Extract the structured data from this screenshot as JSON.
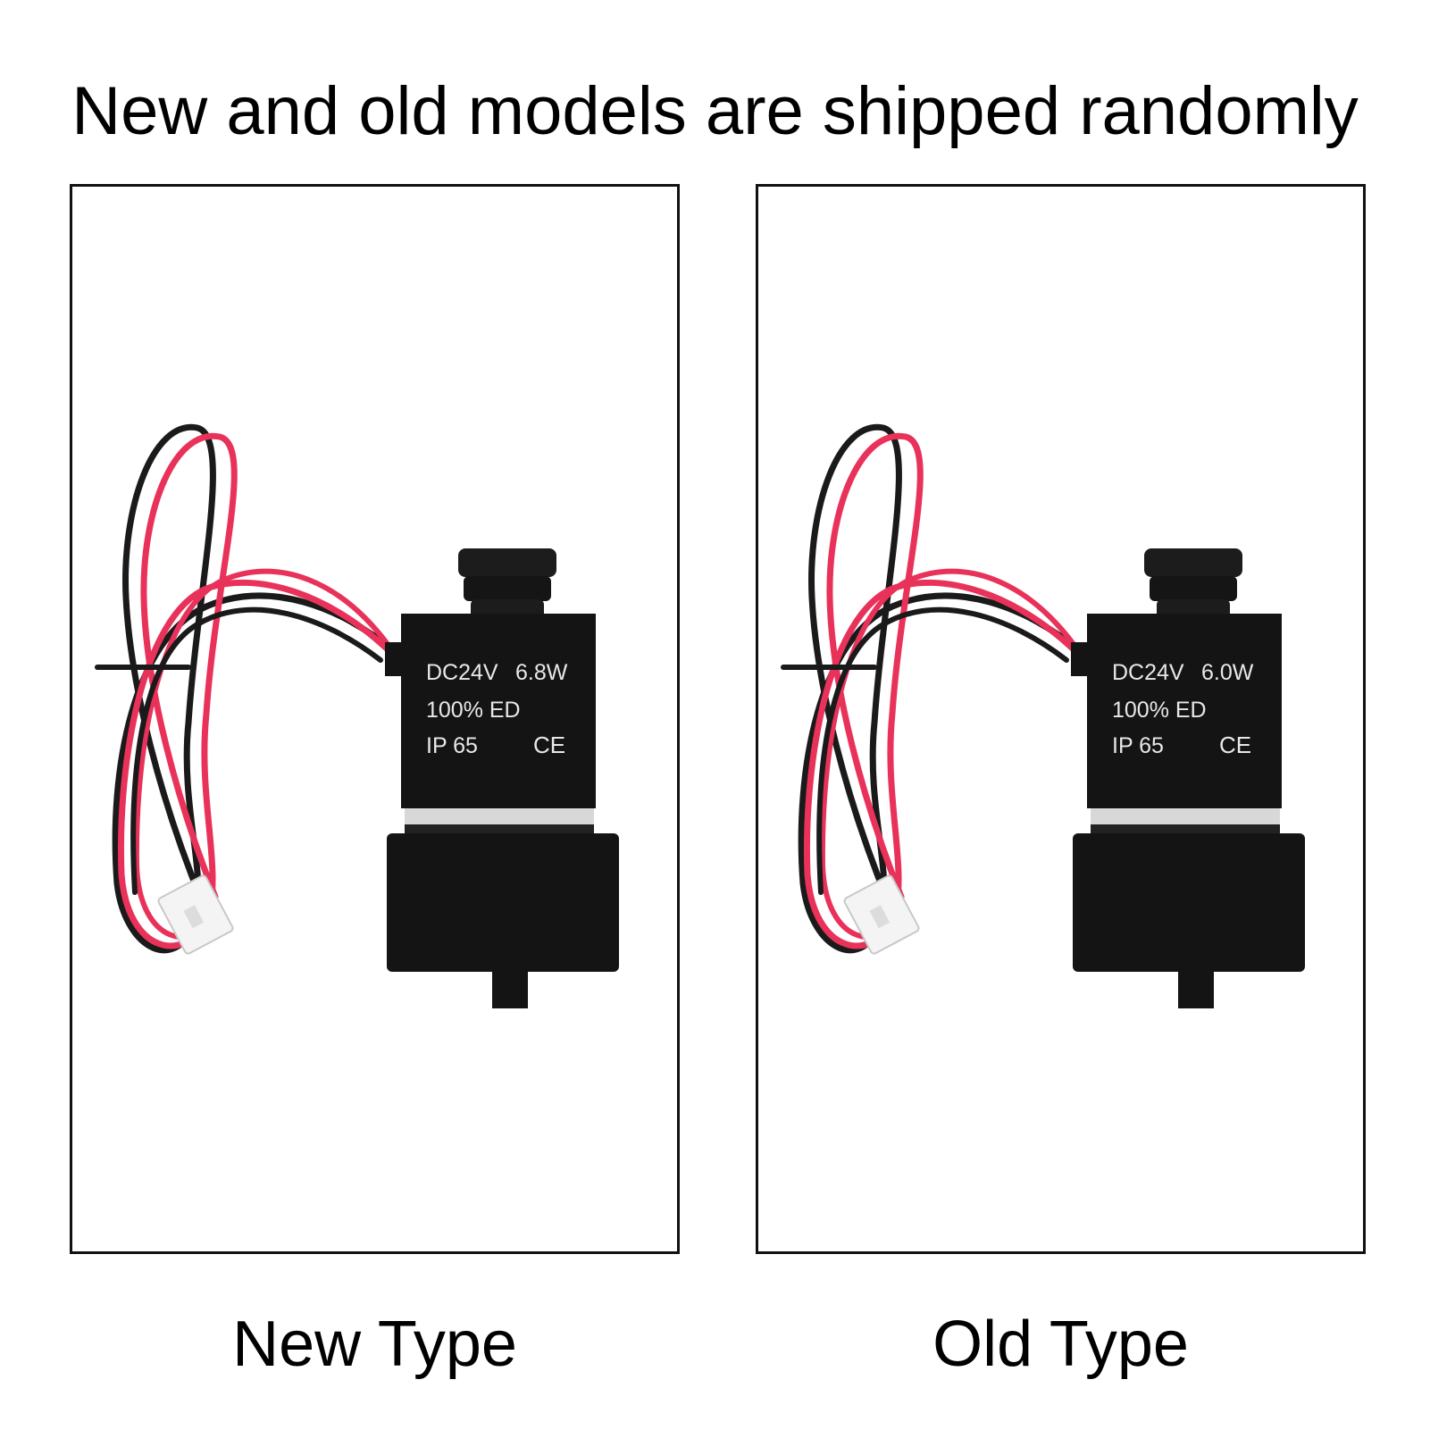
{
  "headline": "New and old models are shipped randomly",
  "colors": {
    "wire_red": "#e8325a",
    "wire_black": "#1a1a1a",
    "valve_body": "#141414",
    "connector": "#f4f4f4"
  },
  "products": [
    {
      "caption": "New Type",
      "label": {
        "voltage": "DC24V",
        "power": "6.8W",
        "duty": "100% ED",
        "rating": "IP 65",
        "mark": "CE"
      }
    },
    {
      "caption": "Old Type",
      "label": {
        "voltage": "DC24V",
        "power": "6.0W",
        "duty": "100% ED",
        "rating": "IP 65",
        "mark": "CE"
      }
    }
  ]
}
